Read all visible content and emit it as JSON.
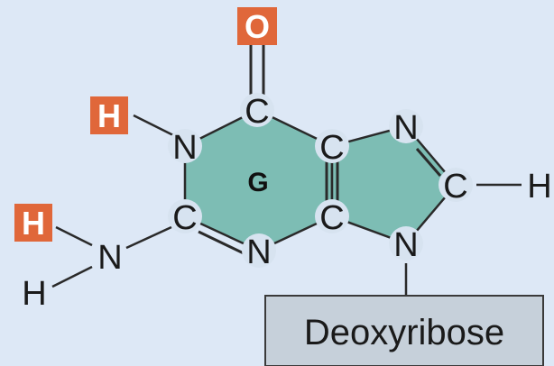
{
  "colors": {
    "background": "#dde8f6",
    "ring_fill": "#7dbdb4",
    "atom_circle": "#d7e3f0",
    "highlight": "#e0673a",
    "bond": "#2a2a2a",
    "sugar_box": "#c6d0da"
  },
  "molecule": {
    "ring_label": "G",
    "atoms": {
      "o_top": "O",
      "c_top": "C",
      "n_left": "N",
      "c_left": "C",
      "n_bottom": "N",
      "c_center_top": "C",
      "c_center_bottom": "C",
      "n_five_top": "N",
      "c_five_right": "C",
      "n_five_bottom": "N",
      "h_top_left": "H",
      "n_amino": "N",
      "h_amino_top": "H",
      "h_amino_bottom": "H",
      "h_right": "H"
    }
  },
  "sugar": {
    "label": "Deoxyribose"
  }
}
